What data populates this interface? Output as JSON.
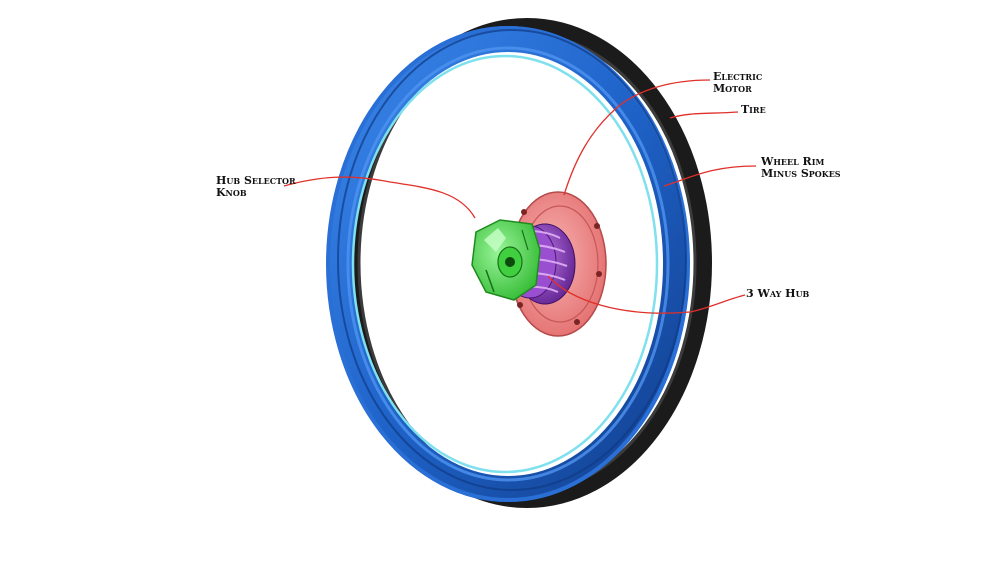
{
  "diagram": {
    "labels": {
      "electric_motor": [
        "Electric",
        "Motor"
      ],
      "tire": [
        "Tire"
      ],
      "wheel_rim": [
        "Wheel Rim",
        "Minus Spokes"
      ],
      "hub_selector_knob": [
        "Hub Selector",
        "Knob"
      ],
      "three_way_hub": [
        "3 Way Hub"
      ]
    },
    "colors": {
      "tire": "#1b1b1b",
      "rim": "#1f63c9",
      "rim_highlight": "#4f93f0",
      "rim_inner_glow": "#7fe0ee",
      "motor_flange": "#f08a8a",
      "hub_body": "#8a3fc0",
      "selector_knob": "#4fe04f",
      "leader_line": "#e0302a"
    }
  }
}
